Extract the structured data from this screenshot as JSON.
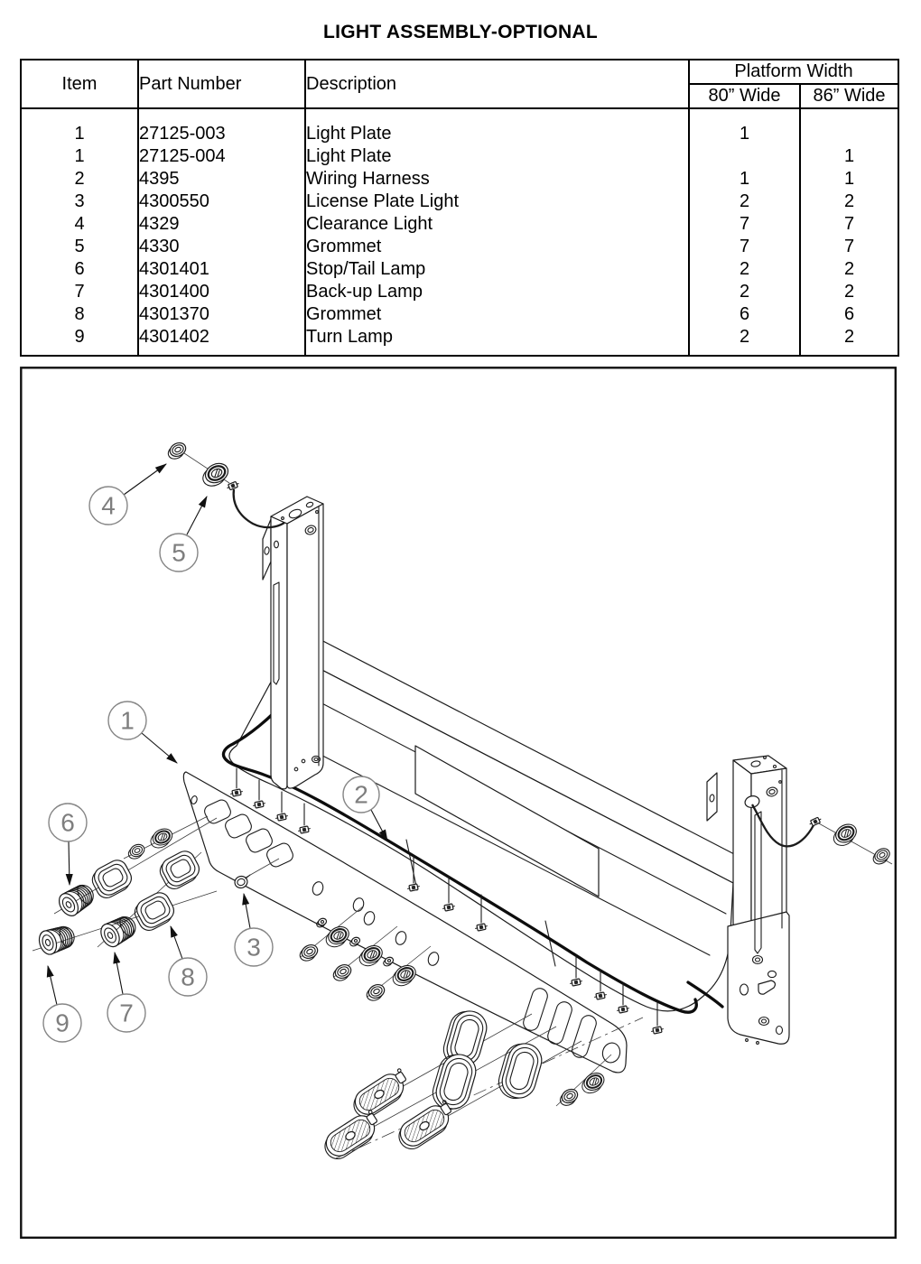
{
  "page": {
    "title": "LIGHT ASSEMBLY-OPTIONAL"
  },
  "table": {
    "headers": {
      "item": "Item",
      "part_number": "Part Number",
      "description": "Description",
      "platform_width": "Platform Width",
      "width_80": "80” Wide",
      "width_86": "86” Wide"
    },
    "rows": [
      {
        "item": "1",
        "part": "27125-003",
        "desc": "Light Plate",
        "w80": "1",
        "w86": ""
      },
      {
        "item": "1",
        "part": "27125-004",
        "desc": "Light Plate",
        "w80": "",
        "w86": "1"
      },
      {
        "item": "2",
        "part": "4395",
        "desc": "Wiring Harness",
        "w80": "1",
        "w86": "1"
      },
      {
        "item": "3",
        "part": "4300550",
        "desc": "License Plate Light",
        "w80": "2",
        "w86": "2"
      },
      {
        "item": "4",
        "part": "4329",
        "desc": "Clearance Light",
        "w80": "7",
        "w86": "7"
      },
      {
        "item": "5",
        "part": "4330",
        "desc": "Grommet",
        "w80": "7",
        "w86": "7"
      },
      {
        "item": "6",
        "part": "4301401",
        "desc": "Stop/Tail Lamp",
        "w80": "2",
        "w86": "2"
      },
      {
        "item": "7",
        "part": "4301400",
        "desc": "Back-up Lamp",
        "w80": "2",
        "w86": "2"
      },
      {
        "item": "8",
        "part": "4301370",
        "desc": "Grommet",
        "w80": "6",
        "w86": "6"
      },
      {
        "item": "9",
        "part": "4301402",
        "desc": "Turn Lamp",
        "w80": "2",
        "w86": "2"
      }
    ]
  },
  "diagram": {
    "callouts": [
      {
        "label": "1"
      },
      {
        "label": "2"
      },
      {
        "label": "3"
      },
      {
        "label": "4"
      },
      {
        "label": "5"
      },
      {
        "label": "6"
      },
      {
        "label": "7"
      },
      {
        "label": "8"
      },
      {
        "label": "9"
      }
    ],
    "colors": {
      "ink": "#1b1b1b",
      "callout_gray": "#7e7e7e"
    }
  }
}
